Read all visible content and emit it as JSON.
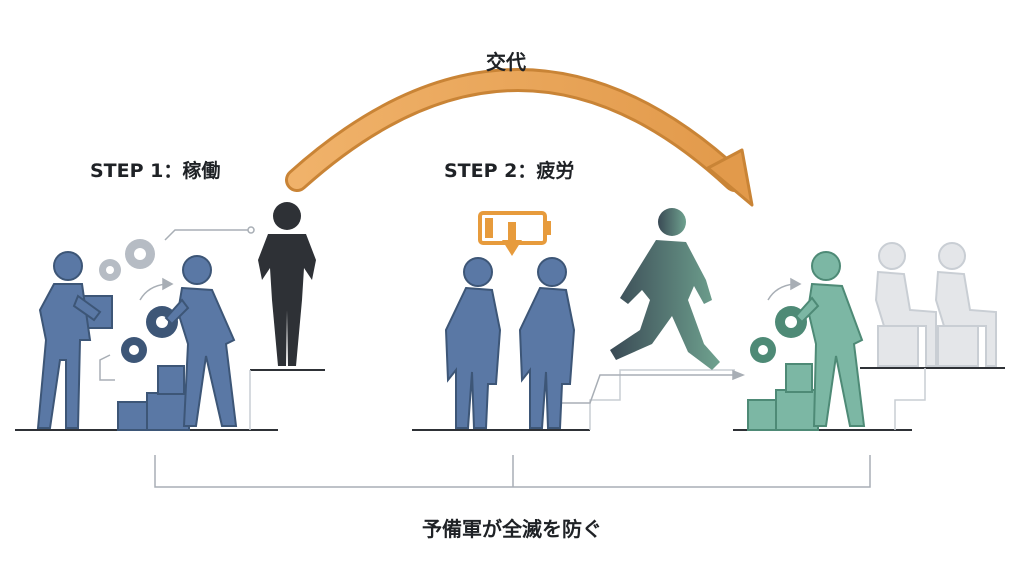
{
  "arc_label": "交代",
  "steps": [
    {
      "label": "STEP 1：稼働"
    },
    {
      "label": "STEP 2：疲労"
    }
  ],
  "footer": "予備軍が全滅を防ぐ",
  "colors": {
    "active_blue": "#5a78a5",
    "active_blue_dark": "#3d5677",
    "standby_dark": "#2e3136",
    "walker_green": "#4f8a78",
    "fresh_green": "#7cb7a4",
    "fresh_green_dark": "#4e8a76",
    "seated_gray": "#d9dbde",
    "arc_orange": "#e9a45a",
    "arc_orange_dark": "#c98436",
    "gear_gray": "#b6bcc4",
    "line_gray": "#a8aeb5",
    "battery_orange": "#e79b3c"
  },
  "icons": [
    "gear-icon",
    "box-icon",
    "low-battery-icon",
    "down-arrow-icon",
    "curved-arrow-icon"
  ]
}
